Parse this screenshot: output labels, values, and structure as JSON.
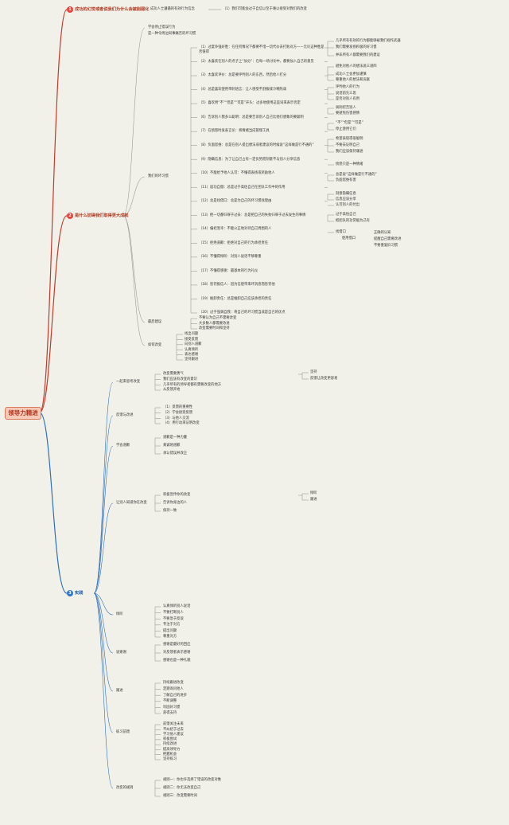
{
  "root": "领导力精进",
  "branches": [
    {
      "num": "1",
      "label": "成功的幻觉或者说我们为什么会被削弱化"
    },
    {
      "num": "2",
      "label": "是什么妨碍我们取得更大成就"
    },
    {
      "num": "3",
      "label": "实践"
    }
  ],
  "b1": {
    "c1": "成功人士遵循的有效行为信念",
    "c2": "（1）我们可能会过于自信以至于难以接受对我们的改变"
  },
  "b2": {
    "habits_intro": [
      "学会停止错误行为",
      "是一种令周边同事痛苦的坏习惯"
    ],
    "habits_label": "我们的坏习惯",
    "habits": [
      "（1）过度争强好胜：在任何情况下都要不惜一切代价去打败对方——无论这种胜是否值得",
      "（2）太喜欢在别人的点子上“加分”：在每一场讨论中，都要加入自己的意见",
      "（3）太喜欢评价：总是要评判别人的东西，然后给人打分",
      "（4）总是喜欢使用带刺语言：让人感受不舒服或冷嘲热讽",
      "（5）喜欢用“不”“但是”“可是”开头：过多地使用这些词来表示否定",
      "（6）告诉别人我多么聪明：总是要告诉别人自己比他们想象的要聪明",
      "（7）在愤怒时发表言论：将情绪当成管理工具",
      "（8）负面思维：总是在别人提出想法或者建议的时候说“这样做是行不通的”",
      "（9）隐瞒信息：为了让自己占有一定优势而刻意不与别人分享信息",
      "（10）不能给予他人认可：不懂得表扬或奖励他人",
      "（11）居功自傲：总是过于高估自己在团队工作中的作用",
      "（12）总是找借口：总是为自己的坏习惯找理由",
      "（13）把一切都归罪于过去：总是把自己的失败归罪于过去发生的事情",
      "（14）偏袒宠幸：不能公正地对待自己周围的人",
      "（15）拒绝道歉：拒绝对自己的行为承担责任",
      "（16）不懂得倾听：对别人说话不够尊重",
      "（17）不懂得感谢：最基本的行为礼仪",
      "（18）惩罚报信人：因为信使带来坏消息而惩罚他",
      "（19）推卸责任：总是推卸自己应该承担的责任",
      "（20）过于强调自我：将自己的坏习惯当成是自己的优点"
    ],
    "details": [
      [
        "几乎所有有效的行为都能够被我们视作武器",
        "我们需要发扬积极的好习惯",
        "并非所有人都需要我们的建议"
      ],
      [
        "避免对他人的想法说三道四",
        "成功人士会更加谨慎",
        "尊重他人的想法和贡献"
      ],
      [
        "评判他人的行为",
        "说话前先三思",
        "是否对别人有用"
      ],
      [
        "讽刺挖苦别人",
        "要避免伤害感情"
      ],
      [
        "“不”“但是”“可是”",
        "停止使用它们"
      ],
      [
        "希望表现得很聪明",
        "不要去证明自己",
        "我们应该保持谦逊"
      ],
      [
        "愤怒只是一种情绪"
      ],
      [
        "总是说“这样做是行不通的”",
        "负面思维有害"
      ],
      [
        "刻意隐瞒信息",
        "信息应该分享"
      ],
      [
        "认可别人的付出"
      ],
      [
        "过于高估自己",
        "把团队的功劳据为己有"
      ],
      [
        "找借口"
      ]
    ],
    "remedy_label": "使用借口",
    "remedy": [
      "正确的认知",
      "提醒自己需要改进",
      "不要重复旧习惯"
    ],
    "how_label": "如何改变",
    "how": [
      "找出问题",
      "接受反馈",
      "向别人道歉",
      "认真倾听",
      "表达感谢",
      "坚持跟进"
    ],
    "end_label": "最后建议",
    "end": [
      "不要认为自己不需要改变",
      "大多数人都需要改进",
      "改变需要时间和坚持"
    ]
  },
  "b3": {
    "g1": {
      "label": "一起来思考改变",
      "items": [
        "改变需要勇气",
        "我们应该有改变的意识",
        "几乎所有的领导者都有需要改变的地方",
        "从反馈开始"
      ],
      "sub": [
        "坚持",
        "反馈让改变更容易"
      ]
    },
    "g2": {
      "label": "反馈与改进",
      "items": [
        "（1）反馈的重要性",
        "（2）学会接受反馈",
        "（3）与他人交流",
        "（4）用行动来证明改变"
      ]
    },
    "g3": {
      "label": "学会道歉",
      "items": [
        "道歉是一种力量",
        "真诚地道歉",
        "承认错误并改正"
      ]
    },
    "g4": {
      "label": "让别人知道你在改变",
      "items": [
        "积极宣传你的改变",
        "告诉你身边的人",
        "保持一致"
      ],
      "sub": [
        "倾听",
        "跟进"
      ]
    },
    "g5": {
      "label": "倾听",
      "items": [
        "认真倾听别人说话",
        "不要打断别人",
        "不要急于反驳",
        "专注于对方",
        "提出问题",
        "尊重对方"
      ]
    },
    "g6": {
      "label": "说谢谢",
      "items": [
        "感谢是最好的回应",
        "对反馈者表示感谢",
        "感谢也是一种礼貌"
      ]
    },
    "g7": {
      "label": "跟进",
      "items": [
        "持续跟进改变",
        "定期询问他人",
        "了解自己的进步",
        "不断调整",
        "巩固好习惯",
        "获得支持"
      ]
    },
    "g8": {
      "label": "练习前馈",
      "items": [
        "前馈关注未来",
        "不纠结于过去",
        "学习他人建议",
        "积极尝试",
        "持续改进",
        "提高领导力",
        "把握机会",
        "坚持练习"
      ]
    },
    "g9": {
      "label": "改变的规则",
      "items": [
        "规则一：你也许选择了错误的改变对象",
        "规则二：你无法改变自己",
        "规则三：改变需要时间"
      ]
    }
  }
}
